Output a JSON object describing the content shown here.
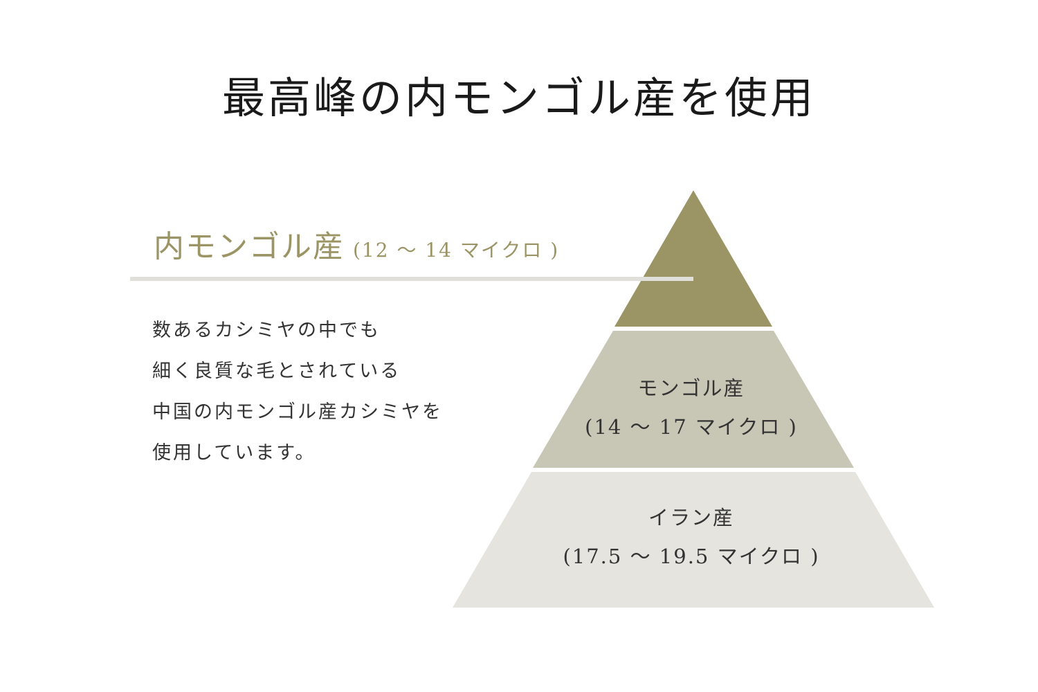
{
  "title": "最高峰の内モンゴル産を使用",
  "feature": {
    "heading": "内モンゴル産",
    "heading_range": "(12 〜 14 マイクロ )",
    "description": [
      "数あるカシミヤの中でも",
      "細く良質な毛とされている",
      "中国の内モンゴル産カシミヤを",
      "使用しています。"
    ]
  },
  "pyramid": {
    "tiers": [
      {
        "name": "内モンゴル産",
        "range": "(12 〜 14 マイクロ )",
        "color": "#9b9464"
      },
      {
        "name": "モンゴル産",
        "range": "(14 〜 17 マイクロ )",
        "color": "#c8c6b5"
      },
      {
        "name": "イラン産",
        "range": "(17.5 〜 19.5 マイクロ )",
        "color": "#e5e4df"
      }
    ]
  },
  "colors": {
    "accent": "#9b9464",
    "leader_line": "#e0dfd9",
    "text": "#333333"
  }
}
